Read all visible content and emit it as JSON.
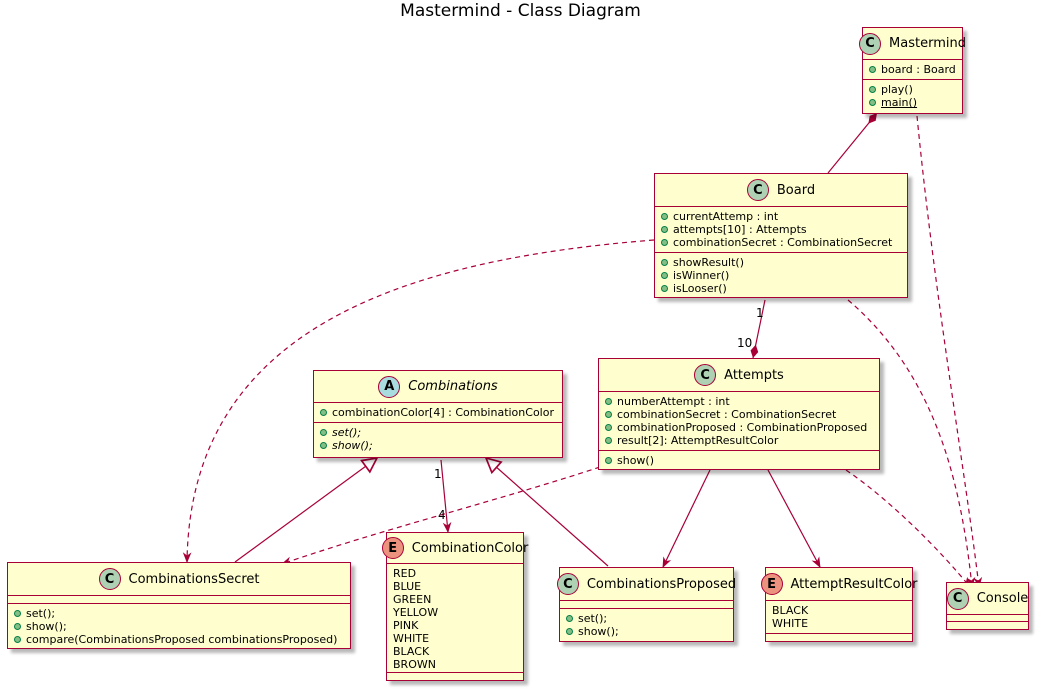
{
  "title": "Mastermind - Class Diagram",
  "colors": {
    "box_fill": "#FEFECE",
    "border": "#A80036",
    "class_badge": "#ADD1B2",
    "abstract_badge": "#A9DCDF",
    "enum_badge": "#EB937F"
  },
  "classes": {
    "mastermind": {
      "stereotype": "C",
      "name": "Mastermind",
      "fields": [
        "board : Board"
      ],
      "methods": [
        "play()",
        "main()"
      ]
    },
    "board": {
      "stereotype": "C",
      "name": "Board",
      "fields": [
        "currentAttemp : int",
        "attempts[10] : Attempts",
        "combinationSecret : CombinationSecret"
      ],
      "methods": [
        "showResult()",
        "isWinner()",
        "isLooser()"
      ]
    },
    "combinations": {
      "stereotype": "A",
      "name": "Combinations",
      "fields": [
        "combinationColor[4] : CombinationColor"
      ],
      "methods": [
        "set();",
        "show();"
      ]
    },
    "attempts": {
      "stereotype": "C",
      "name": "Attempts",
      "fields": [
        "numberAttempt : int",
        "combinationSecret : CombinationSecret",
        "combinationProposed : CombinationProposed",
        "result[2]: AttemptResultColor"
      ],
      "methods": [
        "show()"
      ]
    },
    "combinations_secret": {
      "stereotype": "C",
      "name": "CombinationsSecret",
      "methods": [
        "set();",
        "show();",
        "compare(CombinationsProposed combinationsProposed)"
      ]
    },
    "combination_color": {
      "stereotype": "E",
      "name": "CombinationColor",
      "values": [
        "RED",
        "BLUE",
        "GREEN",
        "YELLOW",
        "PINK",
        "WHITE",
        "BLACK",
        "BROWN"
      ]
    },
    "combinations_proposed": {
      "stereotype": "C",
      "name": "CombinationsProposed",
      "methods": [
        "set();",
        "show();"
      ]
    },
    "attempt_result_color": {
      "stereotype": "E",
      "name": "AttemptResultColor",
      "values": [
        "BLACK",
        "WHITE"
      ]
    },
    "console": {
      "stereotype": "C",
      "name": "Console"
    }
  },
  "multiplicities": {
    "board_attempts_source": "1",
    "board_attempts_target": "10",
    "combinations_color_source": "1",
    "combinations_color_target": "4"
  }
}
